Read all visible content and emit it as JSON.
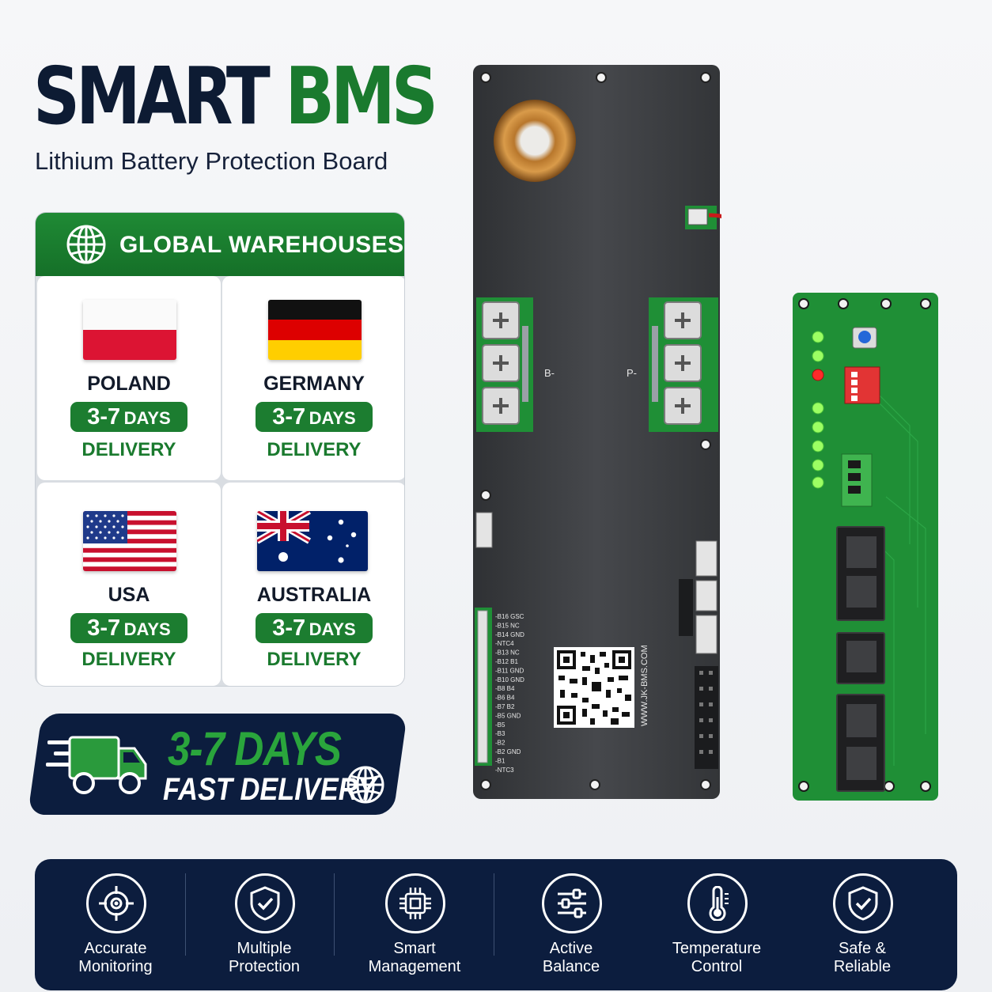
{
  "title": {
    "word1": "SMART",
    "word2": "BMS"
  },
  "subtitle": "Lithium Battery Protection Board",
  "warehouses": {
    "heading": "GLOBAL WAREHOUSES",
    "icon": "globe-icon",
    "items": [
      {
        "country": "POLAND",
        "days": "3-7",
        "days_unit": "DAYS",
        "label": "DELIVERY"
      },
      {
        "country": "GERMANY",
        "days": "3-7",
        "days_unit": "DAYS",
        "label": "DELIVERY"
      },
      {
        "country": "USA",
        "days": "3-7",
        "days_unit": "DAYS",
        "label": "DELIVERY"
      },
      {
        "country": "AUSTRALIA",
        "days": "3-7",
        "days_unit": "DAYS",
        "label": "DELIVERY"
      }
    ]
  },
  "fast_delivery": {
    "days": "3-7 DAYS",
    "text": "FAST DELIVERY"
  },
  "board": {
    "main_labels": {
      "b_minus": "B-",
      "p_minus": "P-",
      "website": "WWW.JK-BMS.COM"
    },
    "pins": [
      "B16 GSC",
      "B15 NC",
      "B14 GND",
      "NTC4",
      "B13 NC",
      "B12 B1",
      "B11 GND",
      "B10 GND",
      "B8 B4",
      "B6 B4",
      "B7 B2",
      "B5 GND",
      "B5",
      "B3",
      "B2",
      "B2 GND",
      "B1",
      "NTC3"
    ]
  },
  "features": [
    {
      "line1": "Accurate",
      "line2": "Monitoring",
      "icon": "crosshair-icon"
    },
    {
      "line1": "Multiple",
      "line2": "Protection",
      "icon": "shield-check-icon"
    },
    {
      "line1": "Smart",
      "line2": "Management",
      "icon": "chip-icon"
    },
    {
      "line1": "Active",
      "line2": "Balance",
      "icon": "sliders-icon"
    },
    {
      "line1": "Temperature",
      "line2": "Control",
      "icon": "thermometer-icon"
    },
    {
      "line1": "Safe &",
      "line2": "Reliable",
      "icon": "shield-check-icon"
    }
  ],
  "colors": {
    "navy": "#0c1d3e",
    "green": "#1a7a2e",
    "pcb_green": "#1f8f36",
    "board_dark": "#3b3d40"
  }
}
